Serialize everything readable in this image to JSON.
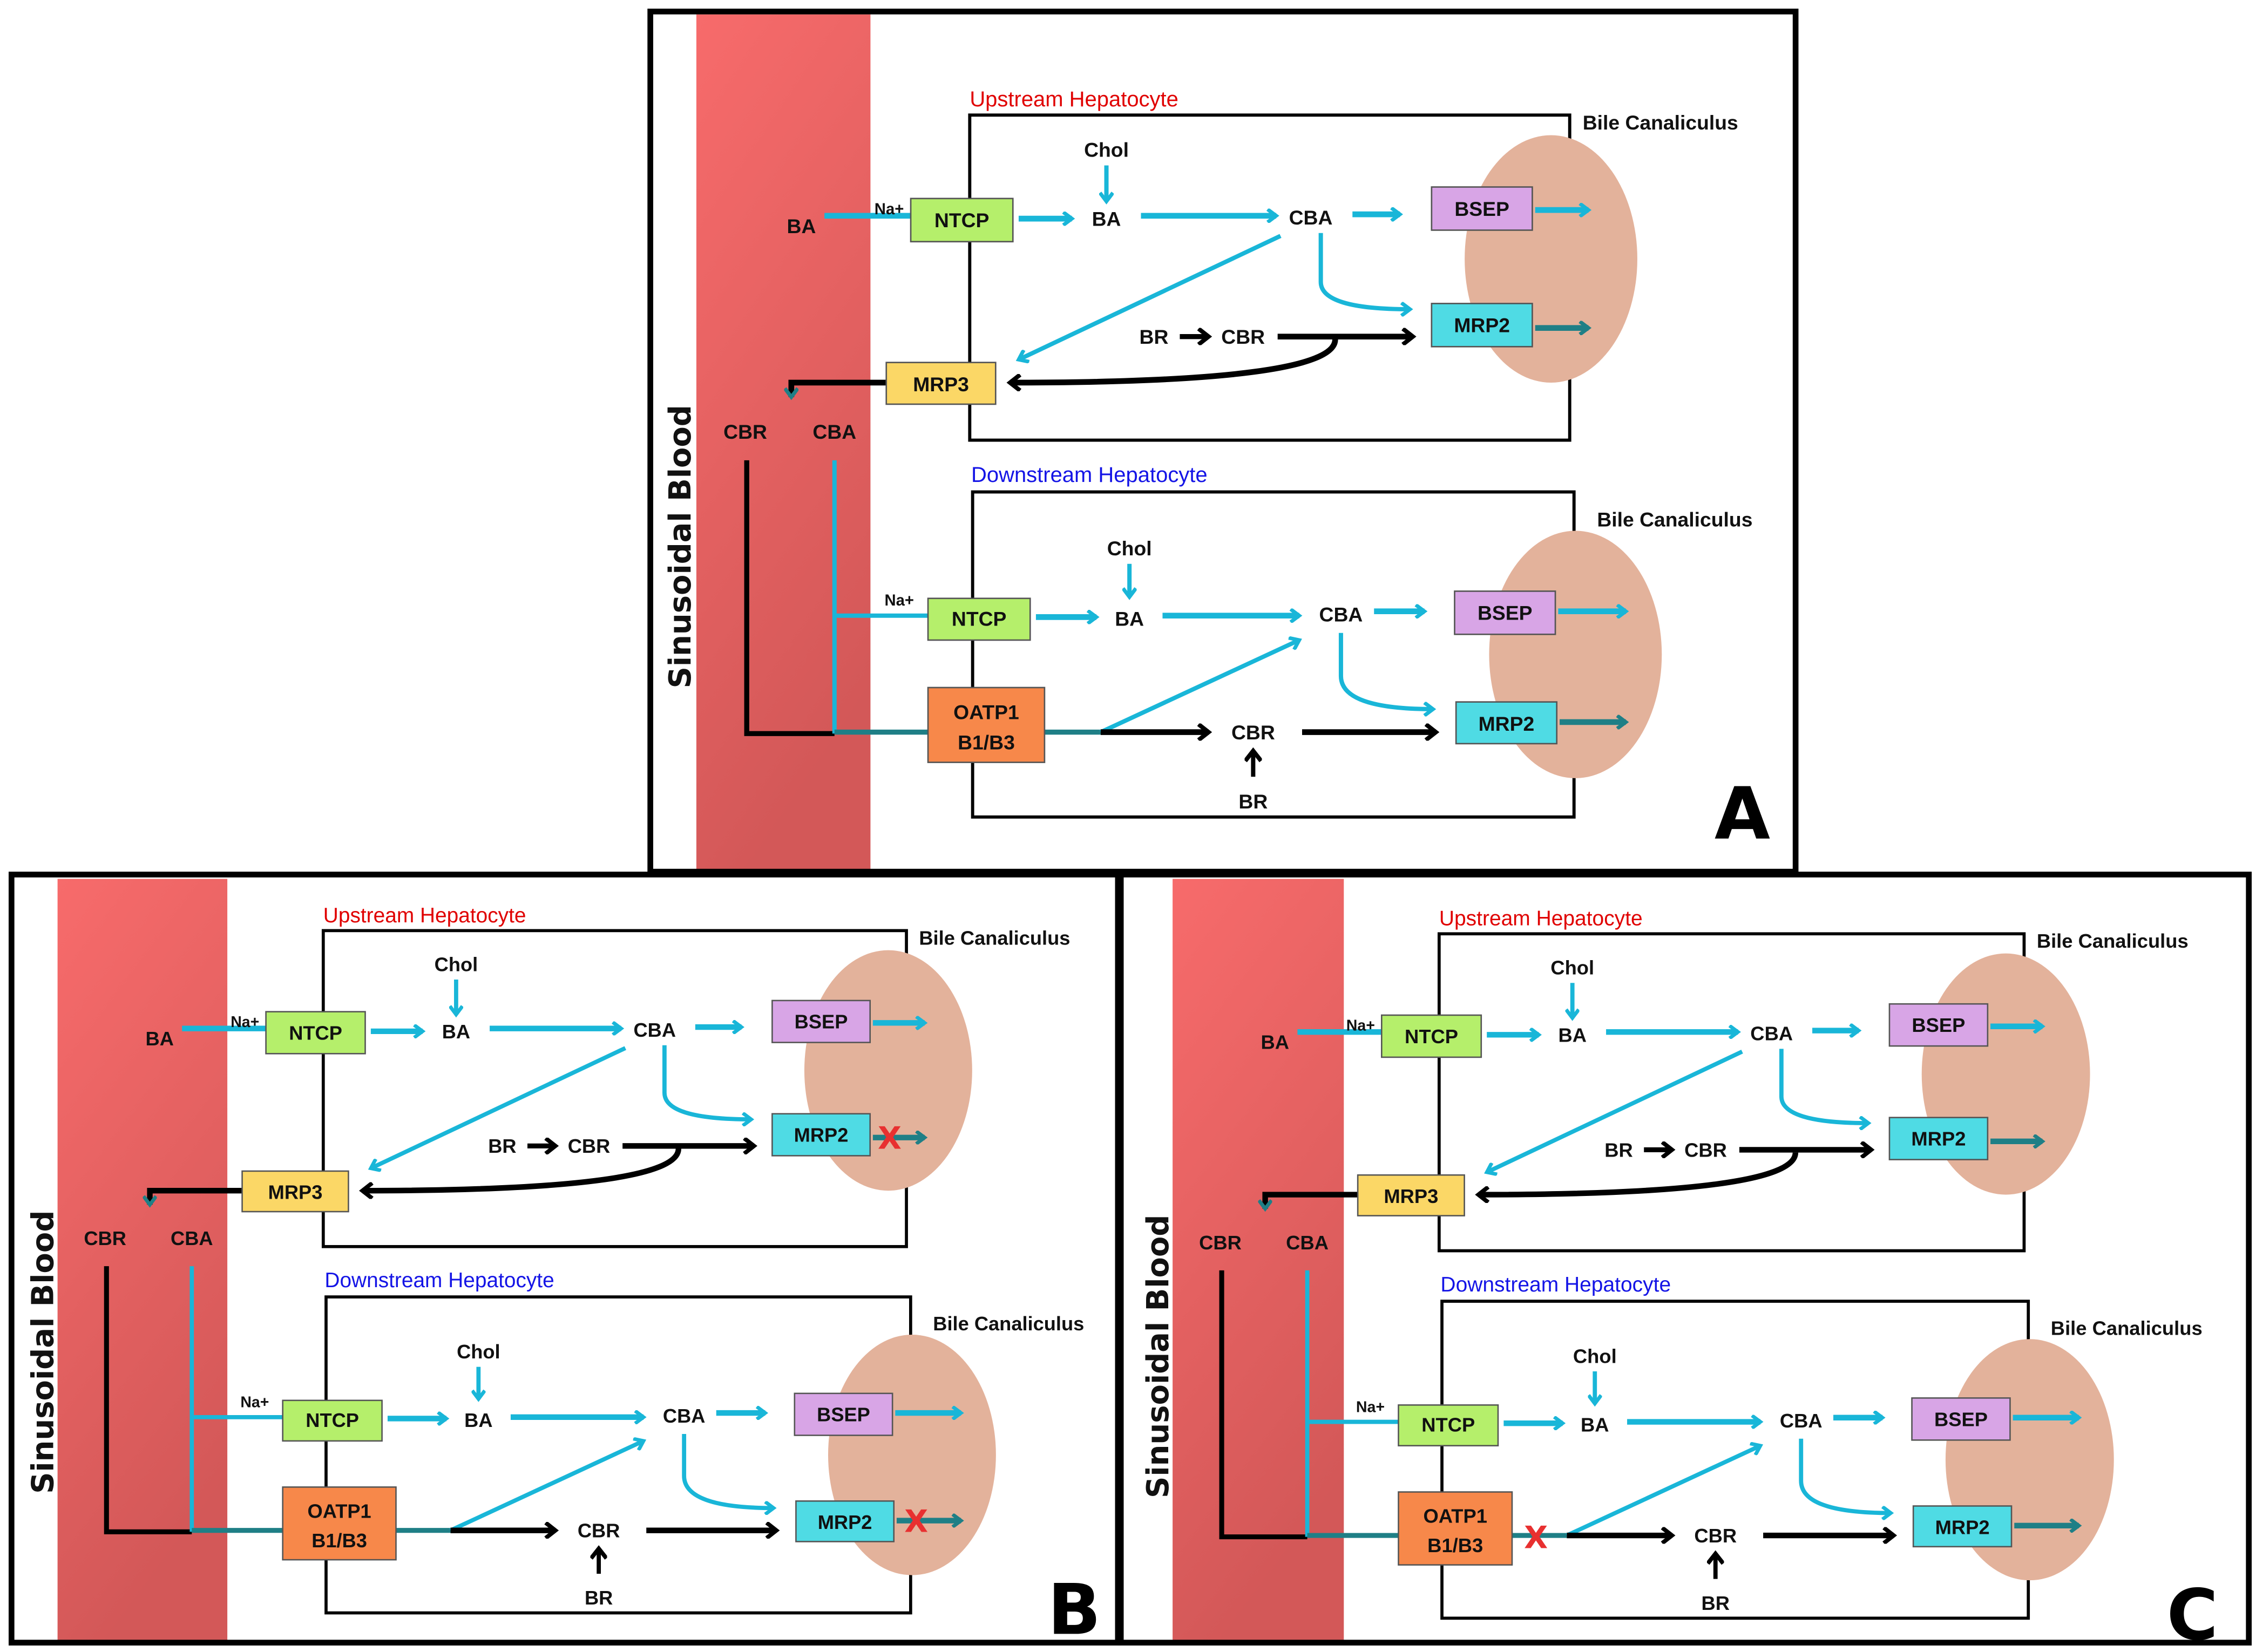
{
  "labels": {
    "upstream": "Upstream Hepatocyte",
    "downstream": "Downstream Hepatocyte",
    "bile_canaliculus": "Bile Canaliculus",
    "sinusoidal_blood": "Sinusoidal Blood",
    "chol": "Chol",
    "ba": "BA",
    "cba": "CBA",
    "br": "BR",
    "cbr": "CBR",
    "na": "Na+",
    "ntcp": "NTCP",
    "bsep": "BSEP",
    "mrp2": "MRP2",
    "mrp3": "MRP3",
    "oatp_line1": "OATP1",
    "oatp_line2": "B1/B3",
    "x_mark": "X"
  },
  "panels": [
    {
      "letter": "A",
      "x_marks": []
    },
    {
      "letter": "B",
      "x_marks": [
        "upstream_mrp2_efflux",
        "downstream_mrp2_efflux"
      ]
    },
    {
      "letter": "C",
      "x_marks": [
        "downstream_oatp_uptake"
      ]
    }
  ],
  "colors": {
    "flow_bile_acid": "#19b6d8",
    "flow_bilirubin": "#000000",
    "mrp_efflux": "#1f7f86",
    "ntcp": "#b5ef6b",
    "bsep": "#d8a5e6",
    "mrp2": "#4fdbe4",
    "mrp3": "#fbd766",
    "oatp": "#f7884a",
    "canaliculus": "#e3b29b",
    "blood_top": "#f76b6b",
    "blood_bottom": "#d35858",
    "upstream_label": "#e00000",
    "downstream_label": "#1414e6",
    "x_mark": "#e83030"
  }
}
